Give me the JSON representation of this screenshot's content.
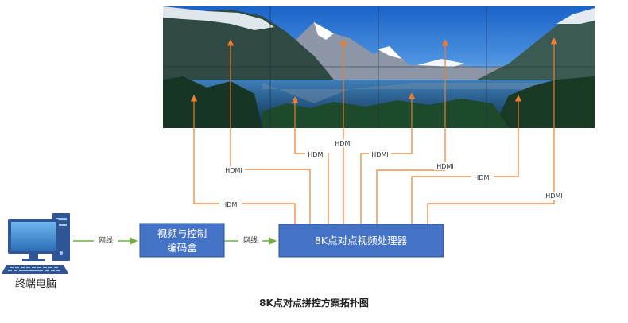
{
  "video_wall": {
    "rows": 2,
    "cols": 4,
    "scene": "mountain-lake-landscape"
  },
  "terminal": {
    "label": "终端电脑",
    "icon": "computer-icon"
  },
  "encoder_box": {
    "label_line1": "视频与控制",
    "label_line2": "编码盒"
  },
  "processor": {
    "label": "8K点对点视频处理器"
  },
  "links": {
    "net1": "网线",
    "net2": "网线"
  },
  "hdmi_labels": [
    "HDMI",
    "HDMI",
    "HDMI",
    "HDMI",
    "HDMI",
    "HDMI",
    "HDMI",
    "HDMI"
  ],
  "caption": "8K点对点拼控方案拓扑图",
  "colors": {
    "box_fill": "#4472C4",
    "box_text": "#ffffff",
    "hdmi_line": "#ED7D31",
    "net_line": "#70AD47",
    "monitor": "#4472C4"
  }
}
